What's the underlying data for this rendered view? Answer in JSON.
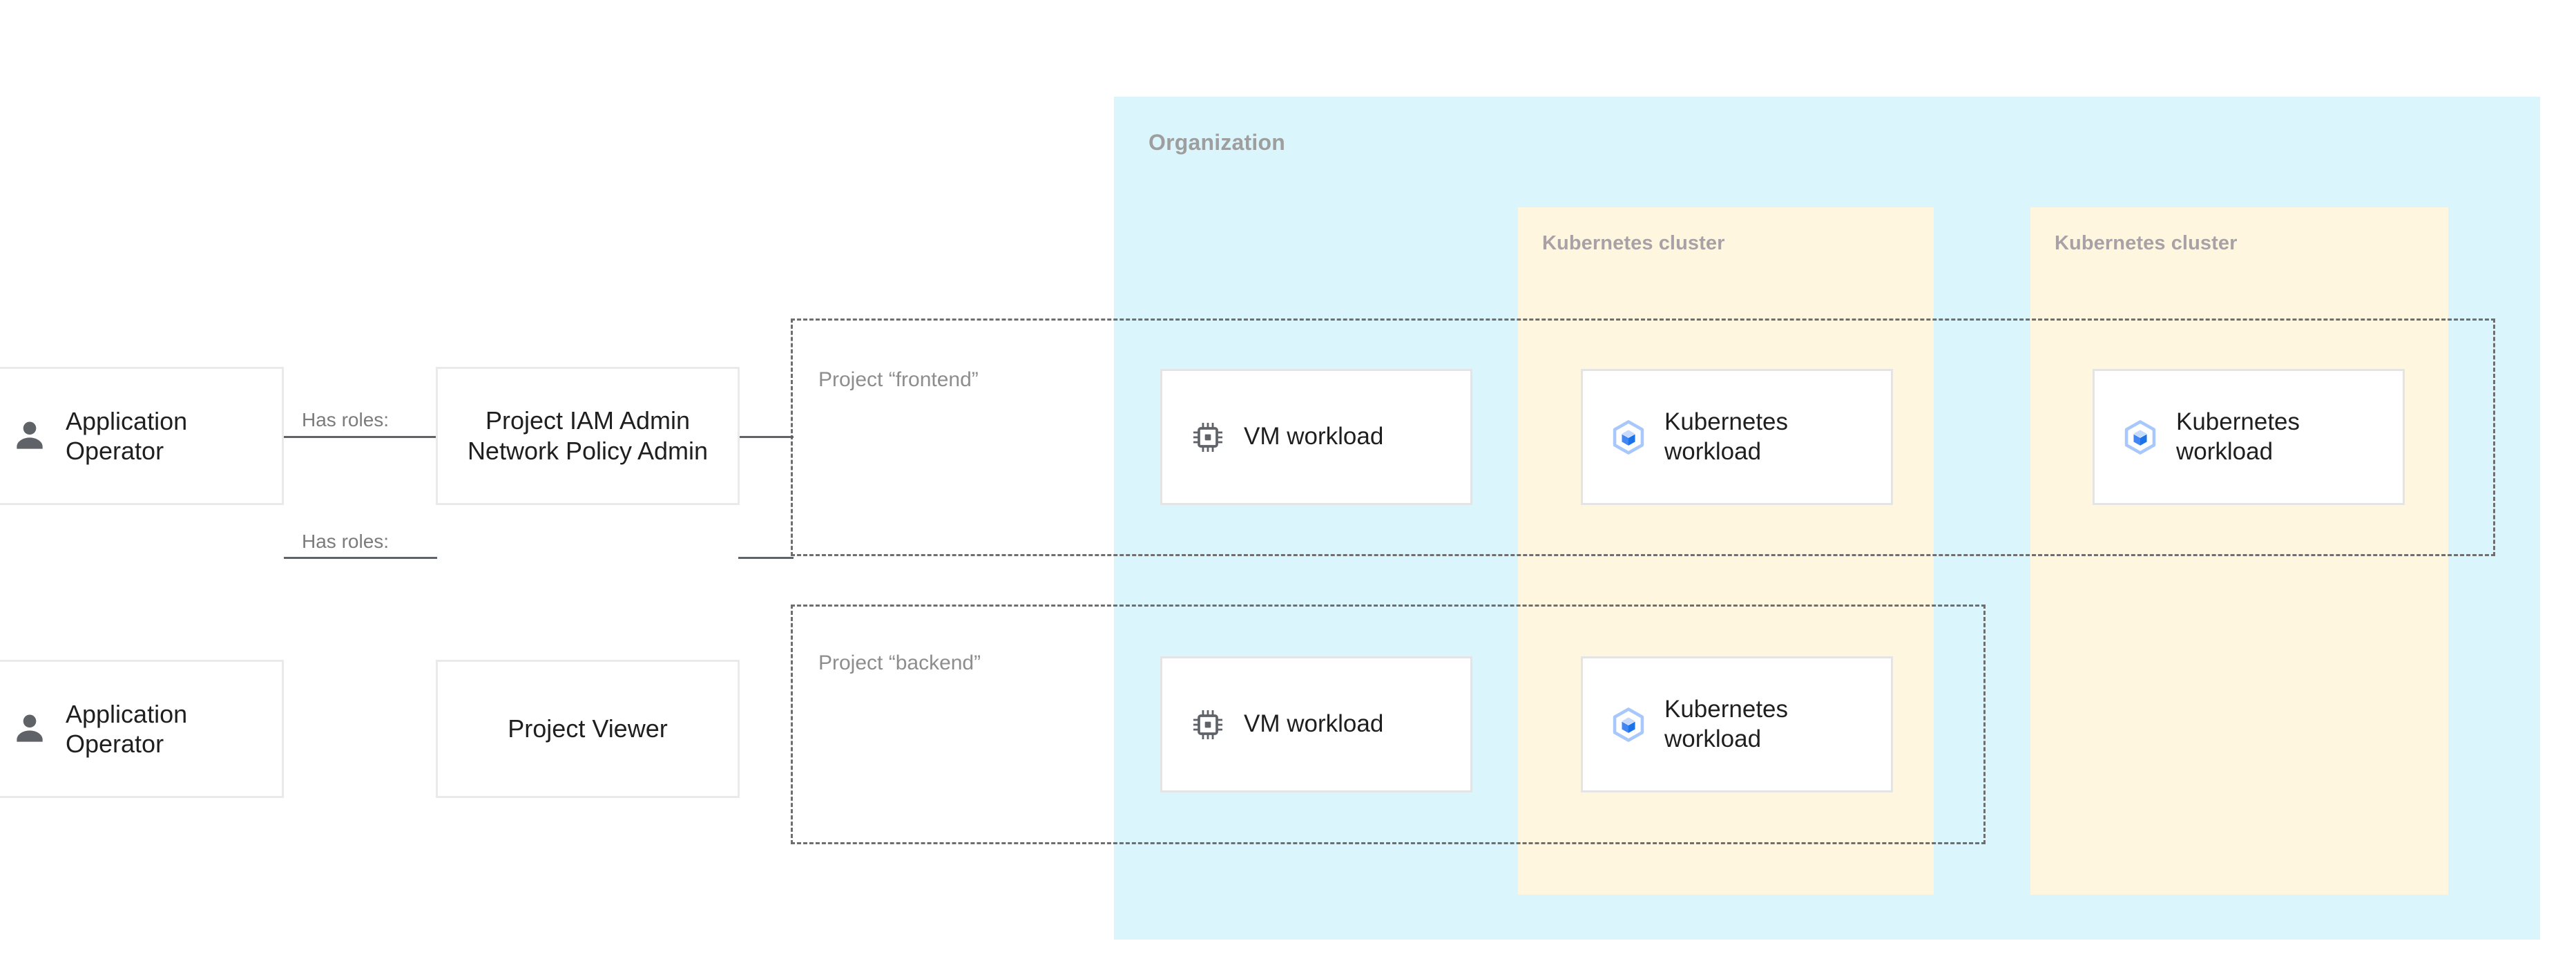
{
  "diagram": {
    "organization": {
      "label": "Organization",
      "bg_color": "#daf5fc"
    },
    "clusters": [
      {
        "label": "Kubernetes cluster",
        "bg_color": "#fff6e0"
      },
      {
        "label": "Kubernetes cluster",
        "bg_color": "#fff6e0"
      }
    ],
    "projects": [
      {
        "label": "Project “frontend”"
      },
      {
        "label": "Project “backend”"
      }
    ],
    "actors": [
      {
        "label": "Application Operator",
        "icon": "person-icon"
      },
      {
        "label": "Application Operator",
        "icon": "person-icon"
      }
    ],
    "roles": [
      {
        "label": "Project IAM Admin Network Policy Admin"
      },
      {
        "label": "Project Viewer"
      }
    ],
    "edges": [
      {
        "label": "Has roles:"
      },
      {
        "label": "Has roles:"
      }
    ],
    "workloads": [
      {
        "label": "VM workload",
        "icon": "cpu-chip-icon",
        "project": "frontend",
        "container": "organization"
      },
      {
        "label": "Kubernetes workload",
        "icon": "kubernetes-cube-icon",
        "project": "frontend",
        "container": "cluster-1"
      },
      {
        "label": "Kubernetes workload",
        "icon": "kubernetes-cube-icon",
        "project": "frontend",
        "container": "cluster-2"
      },
      {
        "label": "VM workload",
        "icon": "cpu-chip-icon",
        "project": "backend",
        "container": "organization"
      },
      {
        "label": "Kubernetes workload",
        "icon": "kubernetes-cube-icon",
        "project": "backend",
        "container": "cluster-1"
      }
    ],
    "colors": {
      "organization_bg": "#daf5fc",
      "cluster_bg": "#fff6e0",
      "card_border": "#e4e4e4",
      "dashed_border": "#6e6e6e",
      "label_gray": "#9e9e9e",
      "text_dark": "#1f1f1f",
      "kubernetes_blue": "#4285f4",
      "kubernetes_light_blue": "#a8c7fa",
      "icon_gray": "#5f6368"
    }
  }
}
